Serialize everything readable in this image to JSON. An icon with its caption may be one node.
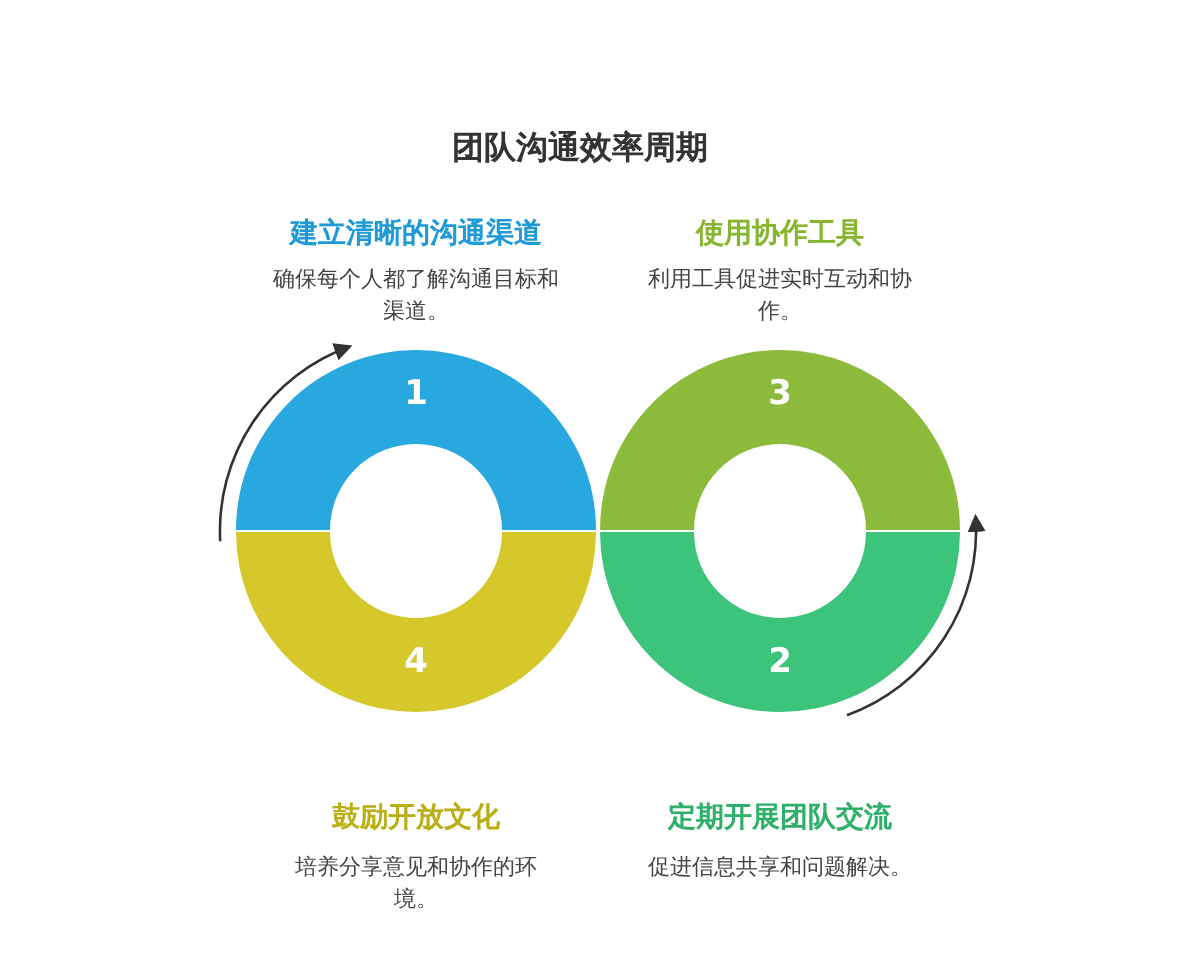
{
  "diagram": {
    "title": "团队沟通效率周期",
    "nodes": [
      {
        "text": [
          "1"
        ],
        "beside": [
          "建立清晰的沟通渠道",
          "确保每个人都了解沟通目标和渠道。"
        ]
      },
      {
        "text": [
          "3"
        ],
        "beside": [
          "使用协作工具",
          "利用工具促进实时互动和协作。"
        ]
      },
      {
        "text": [
          "4"
        ],
        "beside": [
          "鼓励开放文化",
          "培养分享意见和协作的环境。"
        ]
      },
      {
        "text": [
          "2"
        ],
        "beside": [
          "定期开展团队交流",
          "促进信息共享和问题解决。"
        ]
      }
    ],
    "edges": [
      {
        "from": 2,
        "to": 0,
        "arrow": "to"
      },
      {
        "from": 3,
        "to": 1,
        "arrow": "to"
      }
    ]
  }
}
